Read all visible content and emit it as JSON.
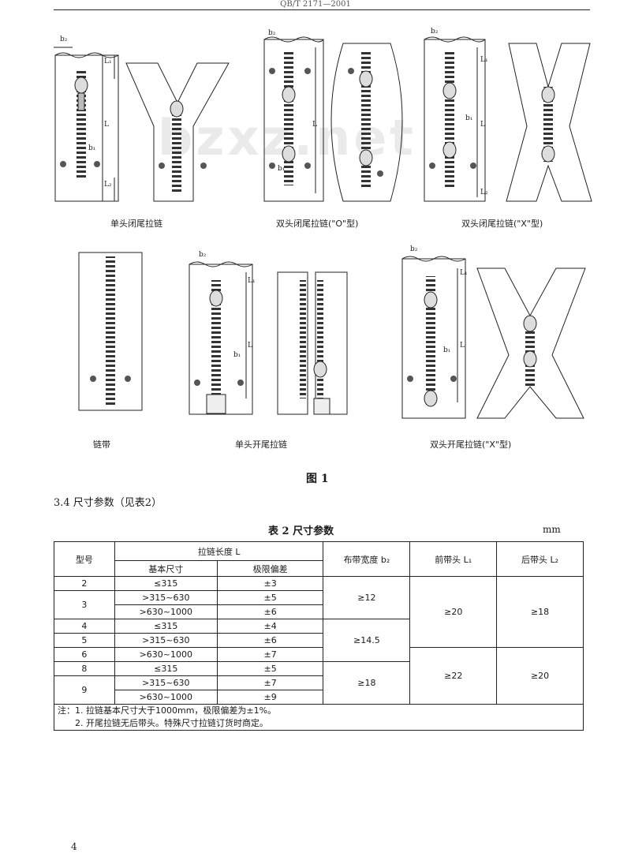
{
  "header": {
    "code": "QB/T 2171—2001"
  },
  "watermark": "bzxz.net",
  "figure": {
    "captions": {
      "closed_single": "单头闭尾拉链",
      "closed_double_o": "双头闭尾拉链(\"O\"型)",
      "closed_double_x": "双头闭尾拉链(\"X\"型)",
      "chain": "链带",
      "open_single": "单头开尾拉链",
      "open_double_x": "双头开尾拉链(\"X\"型)"
    },
    "dim_labels": {
      "b2": "b₂",
      "b1": "b₁",
      "L": "L",
      "L1": "L₁",
      "L2": "L₂"
    },
    "title": "图 1"
  },
  "section": {
    "title": "3.4  尺寸参数（见表2）"
  },
  "table": {
    "title": "表 2   尺寸参数",
    "unit": "mm",
    "headers": {
      "model": "型号",
      "length_group": "拉链长度  L",
      "basic": "基本尺寸",
      "tolerance": "极限偏差",
      "tape_width": "布带宽度  b₂",
      "front": "前带头  L₁",
      "rear": "后带头  L₂"
    },
    "rows": [
      {
        "model": "2",
        "basic": "≤315",
        "tol": "±3"
      },
      {
        "model": "3",
        "basic": ">315~630",
        "tol": "±5"
      },
      {
        "model": "",
        "basic": ">630~1000",
        "tol": "±6"
      },
      {
        "model": "4",
        "basic": "≤315",
        "tol": "±4"
      },
      {
        "model": "5",
        "basic": ">315~630",
        "tol": "±6"
      },
      {
        "model": "6",
        "basic": ">630~1000",
        "tol": "±7"
      },
      {
        "model": "8",
        "basic": "≤315",
        "tol": "±5"
      },
      {
        "model": "9",
        "basic": ">315~630",
        "tol": "±7"
      },
      {
        "model": "",
        "basic": ">630~1000",
        "tol": "±9"
      }
    ],
    "tape_widths": [
      "≥12",
      "≥14.5",
      "≥18"
    ],
    "front": [
      "≥20",
      "≥22"
    ],
    "rear": [
      "≥18",
      "≥20"
    ],
    "notes": [
      "注：1. 拉链基本尺寸大于1000mm，极限偏差为±1%。",
      "2. 开尾拉链无后带头。特殊尺寸拉链订货时商定。"
    ]
  },
  "page_number": "4"
}
